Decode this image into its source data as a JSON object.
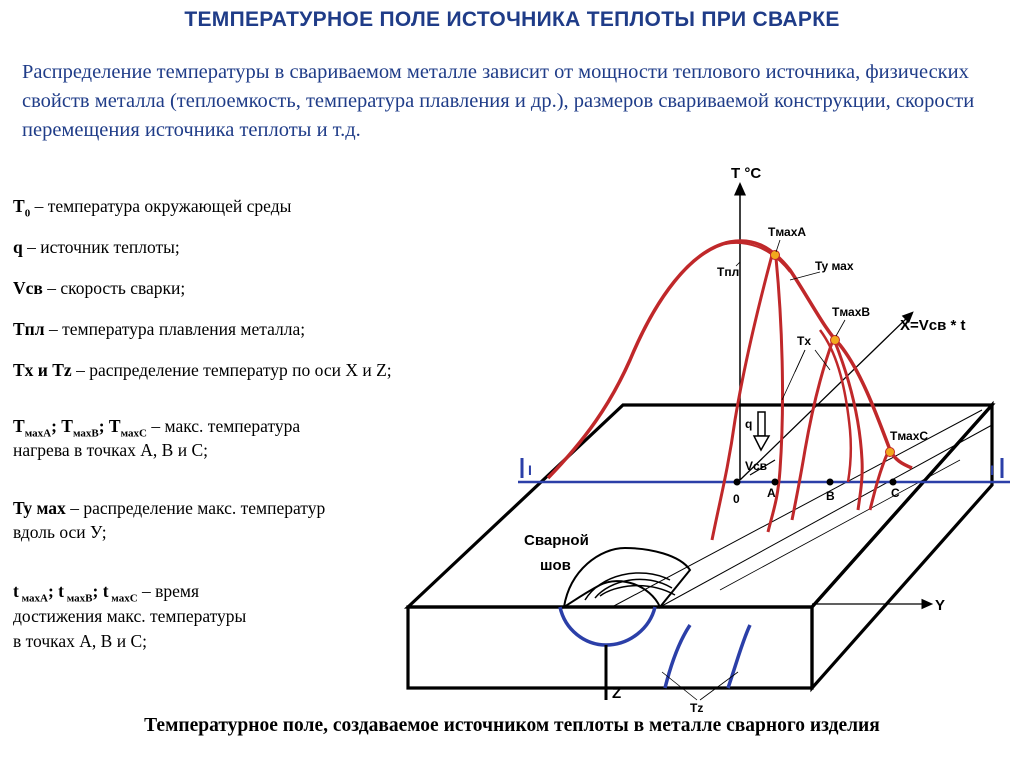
{
  "title": "ТЕМПЕРАТУРНОЕ  ПОЛЕ ИСТОЧНИКА ТЕПЛОТЫ ПРИ СВАРКЕ",
  "intro": "Распределение температуры в свариваемом металле зависит от мощности теплового источника, физических свойств металла (теплоемкость, температура плавления и др.), размеров свариваемой конструкции, скорости перемещения источника теплоты и т.д.",
  "legend": {
    "t0_term": "T",
    "t0_sub": "0",
    "t0_text": " – температура окружающей среды",
    "q_term": "q",
    "q_text": " – источник теплоты;",
    "vsv_term": "Vсв",
    "vsv_text": " – скорость сварки;",
    "tpl_term": "Tпл",
    "tpl_text": " – температура плавления металла;",
    "txz_term": "Tx и Tz",
    "txz_text": " – распределение температур по оси X и Z;",
    "tmax_term_a": "T",
    "tmax_sub_a": "махА",
    "tmax_sep1": "; ",
    "tmax_term_b": "T",
    "tmax_sub_b": "махВ",
    "tmax_sep2": "; ",
    "tmax_term_c": "T",
    "tmax_sub_c": "махС",
    "tmax_text1": "  – макс. температура",
    "tmax_text2": "нагрева в точках А, В и С;",
    "tymax_term": "Ty мах",
    "tymax_text1": " – распределение макс. температур",
    "tymax_text2": "вдоль оси У;",
    "tt_term_a": "t",
    "tt_sub_a": " махА",
    "tt_sep1": ";  ",
    "tt_term_b": "t",
    "tt_sub_b": " махВ",
    "tt_sep2": "; ",
    "tt_term_c": "t",
    "tt_sub_c": " махС",
    "tt_text1": " – время",
    "tt_text2": "достижения макс. температуры",
    "tt_text3": "в точках А, В и С;"
  },
  "diagram": {
    "axis_t": "T  °C",
    "axis_x": "X=Vсв * t",
    "axis_y": "Y",
    "axis_z": "Z",
    "label_tmaxa": "TмахA",
    "label_tmaxb": "TмахB",
    "label_tmaxc": "TмахС",
    "label_tymax": "Ty мах",
    "label_tpl": "Tпл",
    "label_tx": "Tx",
    "label_tz": "Tz",
    "label_q": "q",
    "label_vsv": "Vсв",
    "pt_0": "0",
    "pt_a": "A",
    "pt_b": "B",
    "pt_c": "C",
    "section_left": "I",
    "section_right": "I",
    "weld_label_1": "Сварной",
    "weld_label_2": "шов",
    "colors": {
      "curve": "#c0282a",
      "weld_curve": "#2b3fa8",
      "section_line": "#2b3fa8",
      "title": "#1f3c88",
      "marker": "#f2a81d"
    }
  },
  "caption": "Температурное поле, создаваемое источником теплоты в металле сварного изделия"
}
